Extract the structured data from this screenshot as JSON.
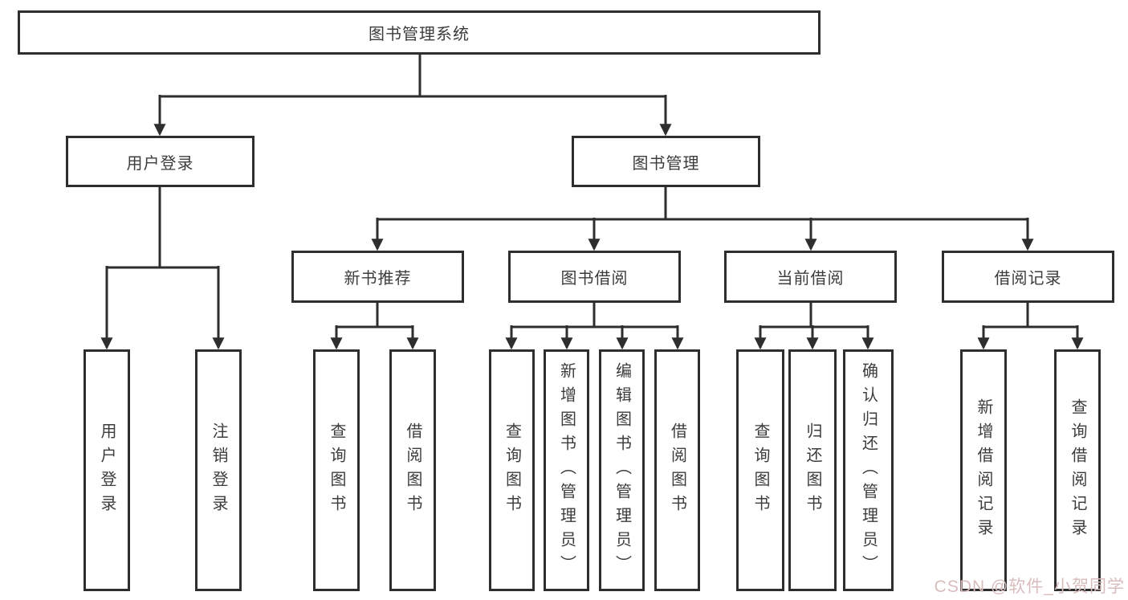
{
  "diagram_title": "图书管理系统",
  "watermark": "CSDN @软件_小贺同学",
  "colors": {
    "line": "#2e2e2e",
    "text": "#3c3c3c",
    "box_background": "#ffffff",
    "watermark": "#d9bcbc"
  },
  "tree": {
    "root": {
      "label": "图书管理系统"
    },
    "branches": [
      {
        "label": "用户登录",
        "children": [
          "用户登录",
          "注销登录"
        ]
      },
      {
        "label": "图书管理",
        "children": [
          {
            "label": "新书推荐",
            "children": [
              "查询图书",
              "借阅图书"
            ]
          },
          {
            "label": "图书借阅",
            "children": [
              "查询图书",
              "新增图书（管理员）",
              "编辑图书（管理员）",
              "借阅图书"
            ]
          },
          {
            "label": "当前借阅",
            "children": [
              "查询图书",
              "归还图书",
              "确认归还（管理员）"
            ]
          },
          {
            "label": "借阅记录",
            "children": [
              "新增借阅记录",
              "查询借阅记录"
            ]
          }
        ]
      }
    ]
  }
}
